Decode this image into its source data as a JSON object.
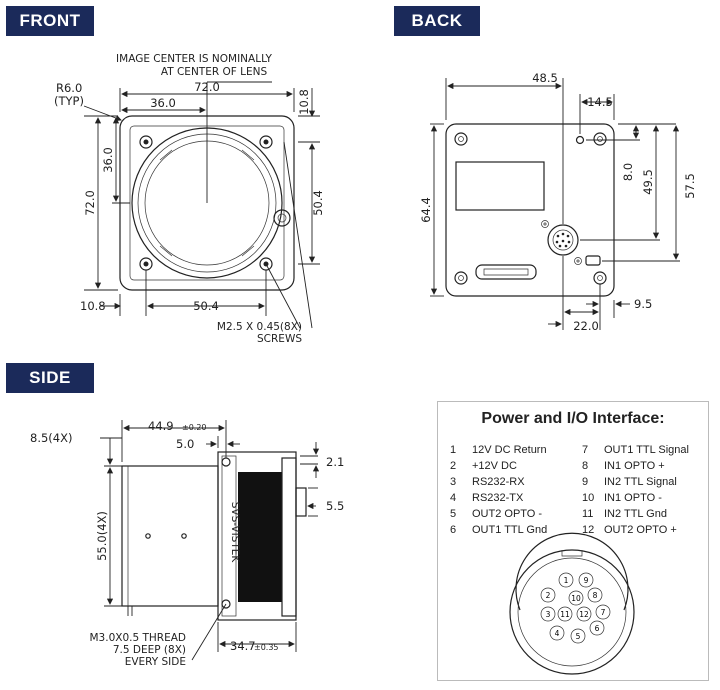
{
  "sections": {
    "front": "FRONT",
    "back": "BACK",
    "side": "SIDE"
  },
  "front": {
    "note_line1": "IMAGE CENTER IS NOMINALLY",
    "note_line2": "AT CENTER OF LENS",
    "radius_label": "R6.0",
    "radius_typ": "(TYP)",
    "dim_width": "72.0",
    "dim_half_width": "36.0",
    "dim_top_right": "10.8",
    "dim_half_height": "36.0",
    "dim_height": "72.0",
    "dim_hole_v": "50.4",
    "dim_bottom_left": "10.8",
    "dim_hole_h": "50.4",
    "screw_line1": "M2.5 X 0.45(8X)",
    "screw_line2": "SCREWS"
  },
  "back": {
    "dim_48_5": "48.5",
    "dim_14_5": "14.5",
    "dim_8_0": "8.0",
    "dim_49_5": "49.5",
    "dim_57_5": "57.5",
    "dim_64_4": "64.4",
    "dim_9_5": "9.5",
    "dim_22_0": "22.0"
  },
  "side": {
    "dim_8_5": "8.5(4X)",
    "dim_44_9": "44.9",
    "dim_44_9_tol": "±0.20",
    "dim_5_0": "5.0",
    "dim_2_1": "2.1",
    "dim_5_5": "5.5",
    "dim_55_0": "55.0(4X)",
    "thread_line1": "M3.0X0.5 THREAD",
    "thread_line2": "7.5 DEEP (8X)",
    "thread_line3": "EVERY SIDE",
    "dim_34_7": "34.7",
    "dim_34_7_tol": "±0.35",
    "label_text": "SVS-VISTEK"
  },
  "io": {
    "title": "Power and I/O Interface:",
    "pins": [
      {
        "num": "1",
        "label": "12V DC Return"
      },
      {
        "num": "2",
        "label": "+12V DC"
      },
      {
        "num": "3",
        "label": "RS232-RX"
      },
      {
        "num": "4",
        "label": "RS232-TX"
      },
      {
        "num": "5",
        "label": "OUT2 OPTO -"
      },
      {
        "num": "6",
        "label": "OUT1 TTL Gnd"
      },
      {
        "num": "7",
        "label": "OUT1 TTL Signal"
      },
      {
        "num": "8",
        "label": "IN1 OPTO +"
      },
      {
        "num": "9",
        "label": "IN2 TTL Signal"
      },
      {
        "num": "10",
        "label": "IN1 OPTO -"
      },
      {
        "num": "11",
        "label": "IN2 TTL Gnd"
      },
      {
        "num": "12",
        "label": "OUT2 OPTO +"
      }
    ]
  }
}
